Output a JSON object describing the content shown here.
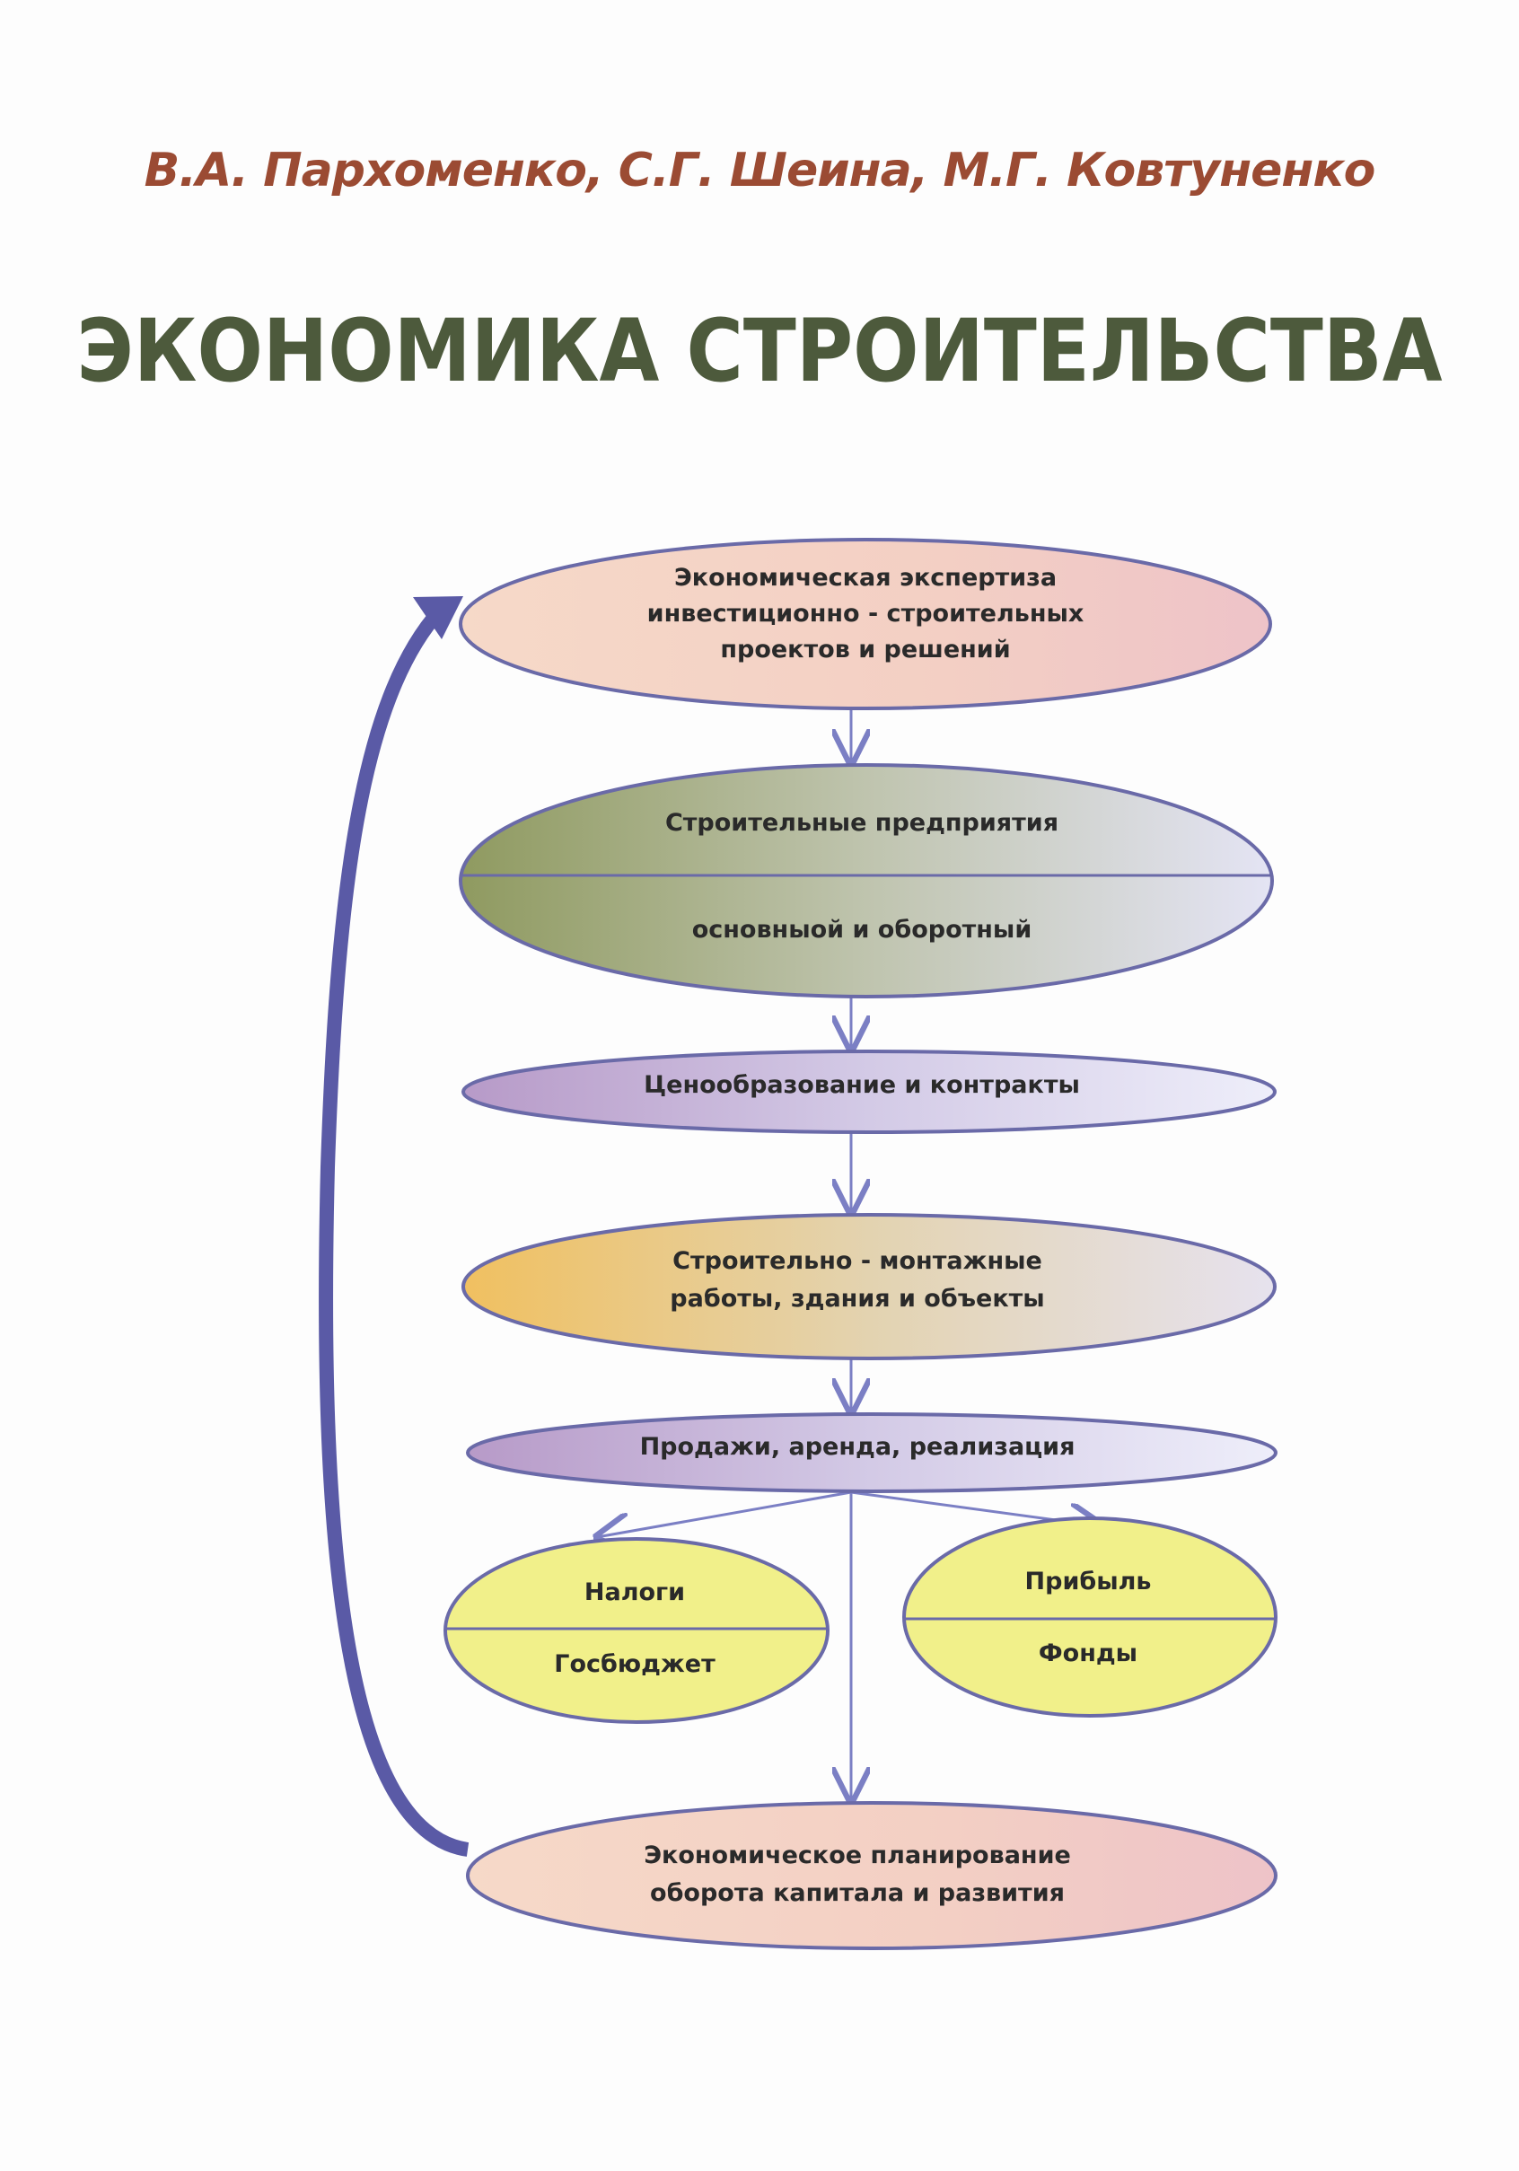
{
  "authors": "В.А. Пархоменко,  С.Г. Шеина,  М.Г. Ковтуненко",
  "title": "ЭКОНОМИКА  СТРОИТЕЛЬСТВА",
  "diagram": {
    "nodes": {
      "expertise": [
        "Экономическая  экспертиза",
        "инвестиционно - строительных",
        "проектов и решений"
      ],
      "enterprises": {
        "top": "Строительные предприятия",
        "bottom": "основныой и оборотный"
      },
      "pricing": "Ценообразование и контракты",
      "works": [
        "Строительно - монтажные",
        "работы, здания и объекты"
      ],
      "sales": "Продажи, аренда, реализация",
      "taxes": {
        "top": "Налоги",
        "bottom": "Госбюджет"
      },
      "profit": {
        "top": "Прибыль",
        "bottom": "Фонды"
      },
      "planning": [
        "Экономическое планирование",
        "оборота капитала и развития"
      ]
    },
    "colors": {
      "outline": "#6a6aa8",
      "arrow": "#7b7fc4",
      "feedback_arrow": "#5a5aa6"
    }
  }
}
